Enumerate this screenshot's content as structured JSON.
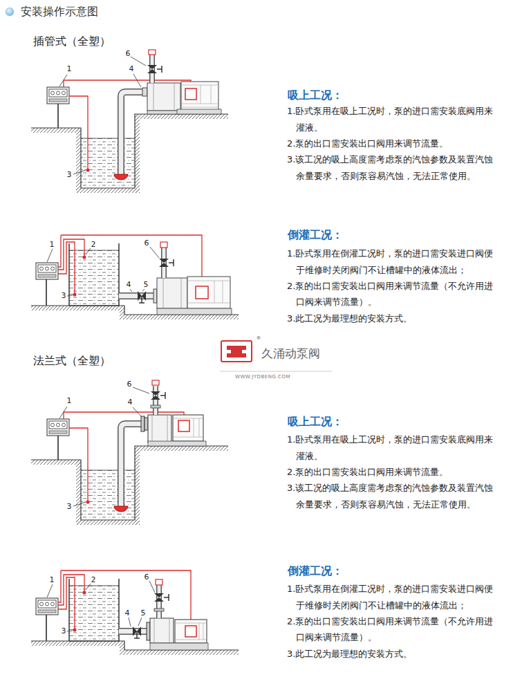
{
  "diagram": {
    "title": "安装操作示意图",
    "labels": [
      "插管式（全塑）",
      "6",
      "1",
      "4",
      "3",
      "吸上工况：",
      "1.卧式泵用在吸上工况时，泵的进口需安装底阀用来 灌液。",
      "2.泵的出口需安装出口阀用来调节流量。",
      "3.该工况的吸上高度需考虑泵的汽蚀参数及装置汽蚀 余量要求，否则泵容易汽蚀，无法正常使用。",
      "1",
      "2",
      "6",
      "3",
      "4",
      "5",
      "倒灌工况：",
      "1.卧式泵用在倒灌工况时，泵的进口需安装进口阀便 于维修时关闭阀门不让槽罐中的液体流出；",
      "2.泵的出口需安装出口阀用来调节流量（不允许用进 口阀来调节流量）。",
      "3.此工况为最理想的安装方式。",
      "®",
      "久涌动泵阀",
      "WWW.JYDBENG.COM",
      "法兰式（全塑）",
      "6",
      "1",
      "4",
      "3",
      "吸上工况：",
      "1.卧式泵用在吸上工况时，泵的进口需安装底阀用来 灌液。",
      "2.泵的出口需安装出口阀用来调节流量。",
      "3.该工况的吸上高度需考虑泵的汽蚀参数及装置汽蚀 余量要求，否则泵容易汽蚀，无法正常使用。",
      "6",
      "1",
      "2",
      "4",
      "5",
      "3",
      "倒灌工况：",
      "1.卧式泵用在倒灌工况时，泵的进口需安装进口阀便 于维修时关闭阀门不让槽罐中的液体流出；",
      "2.泵的出口需安装出口阀用来调节流量（不允许用进 口阀来调节流量）。",
      "3.此工况为最理想的安装方式。"
    ]
  }
}
